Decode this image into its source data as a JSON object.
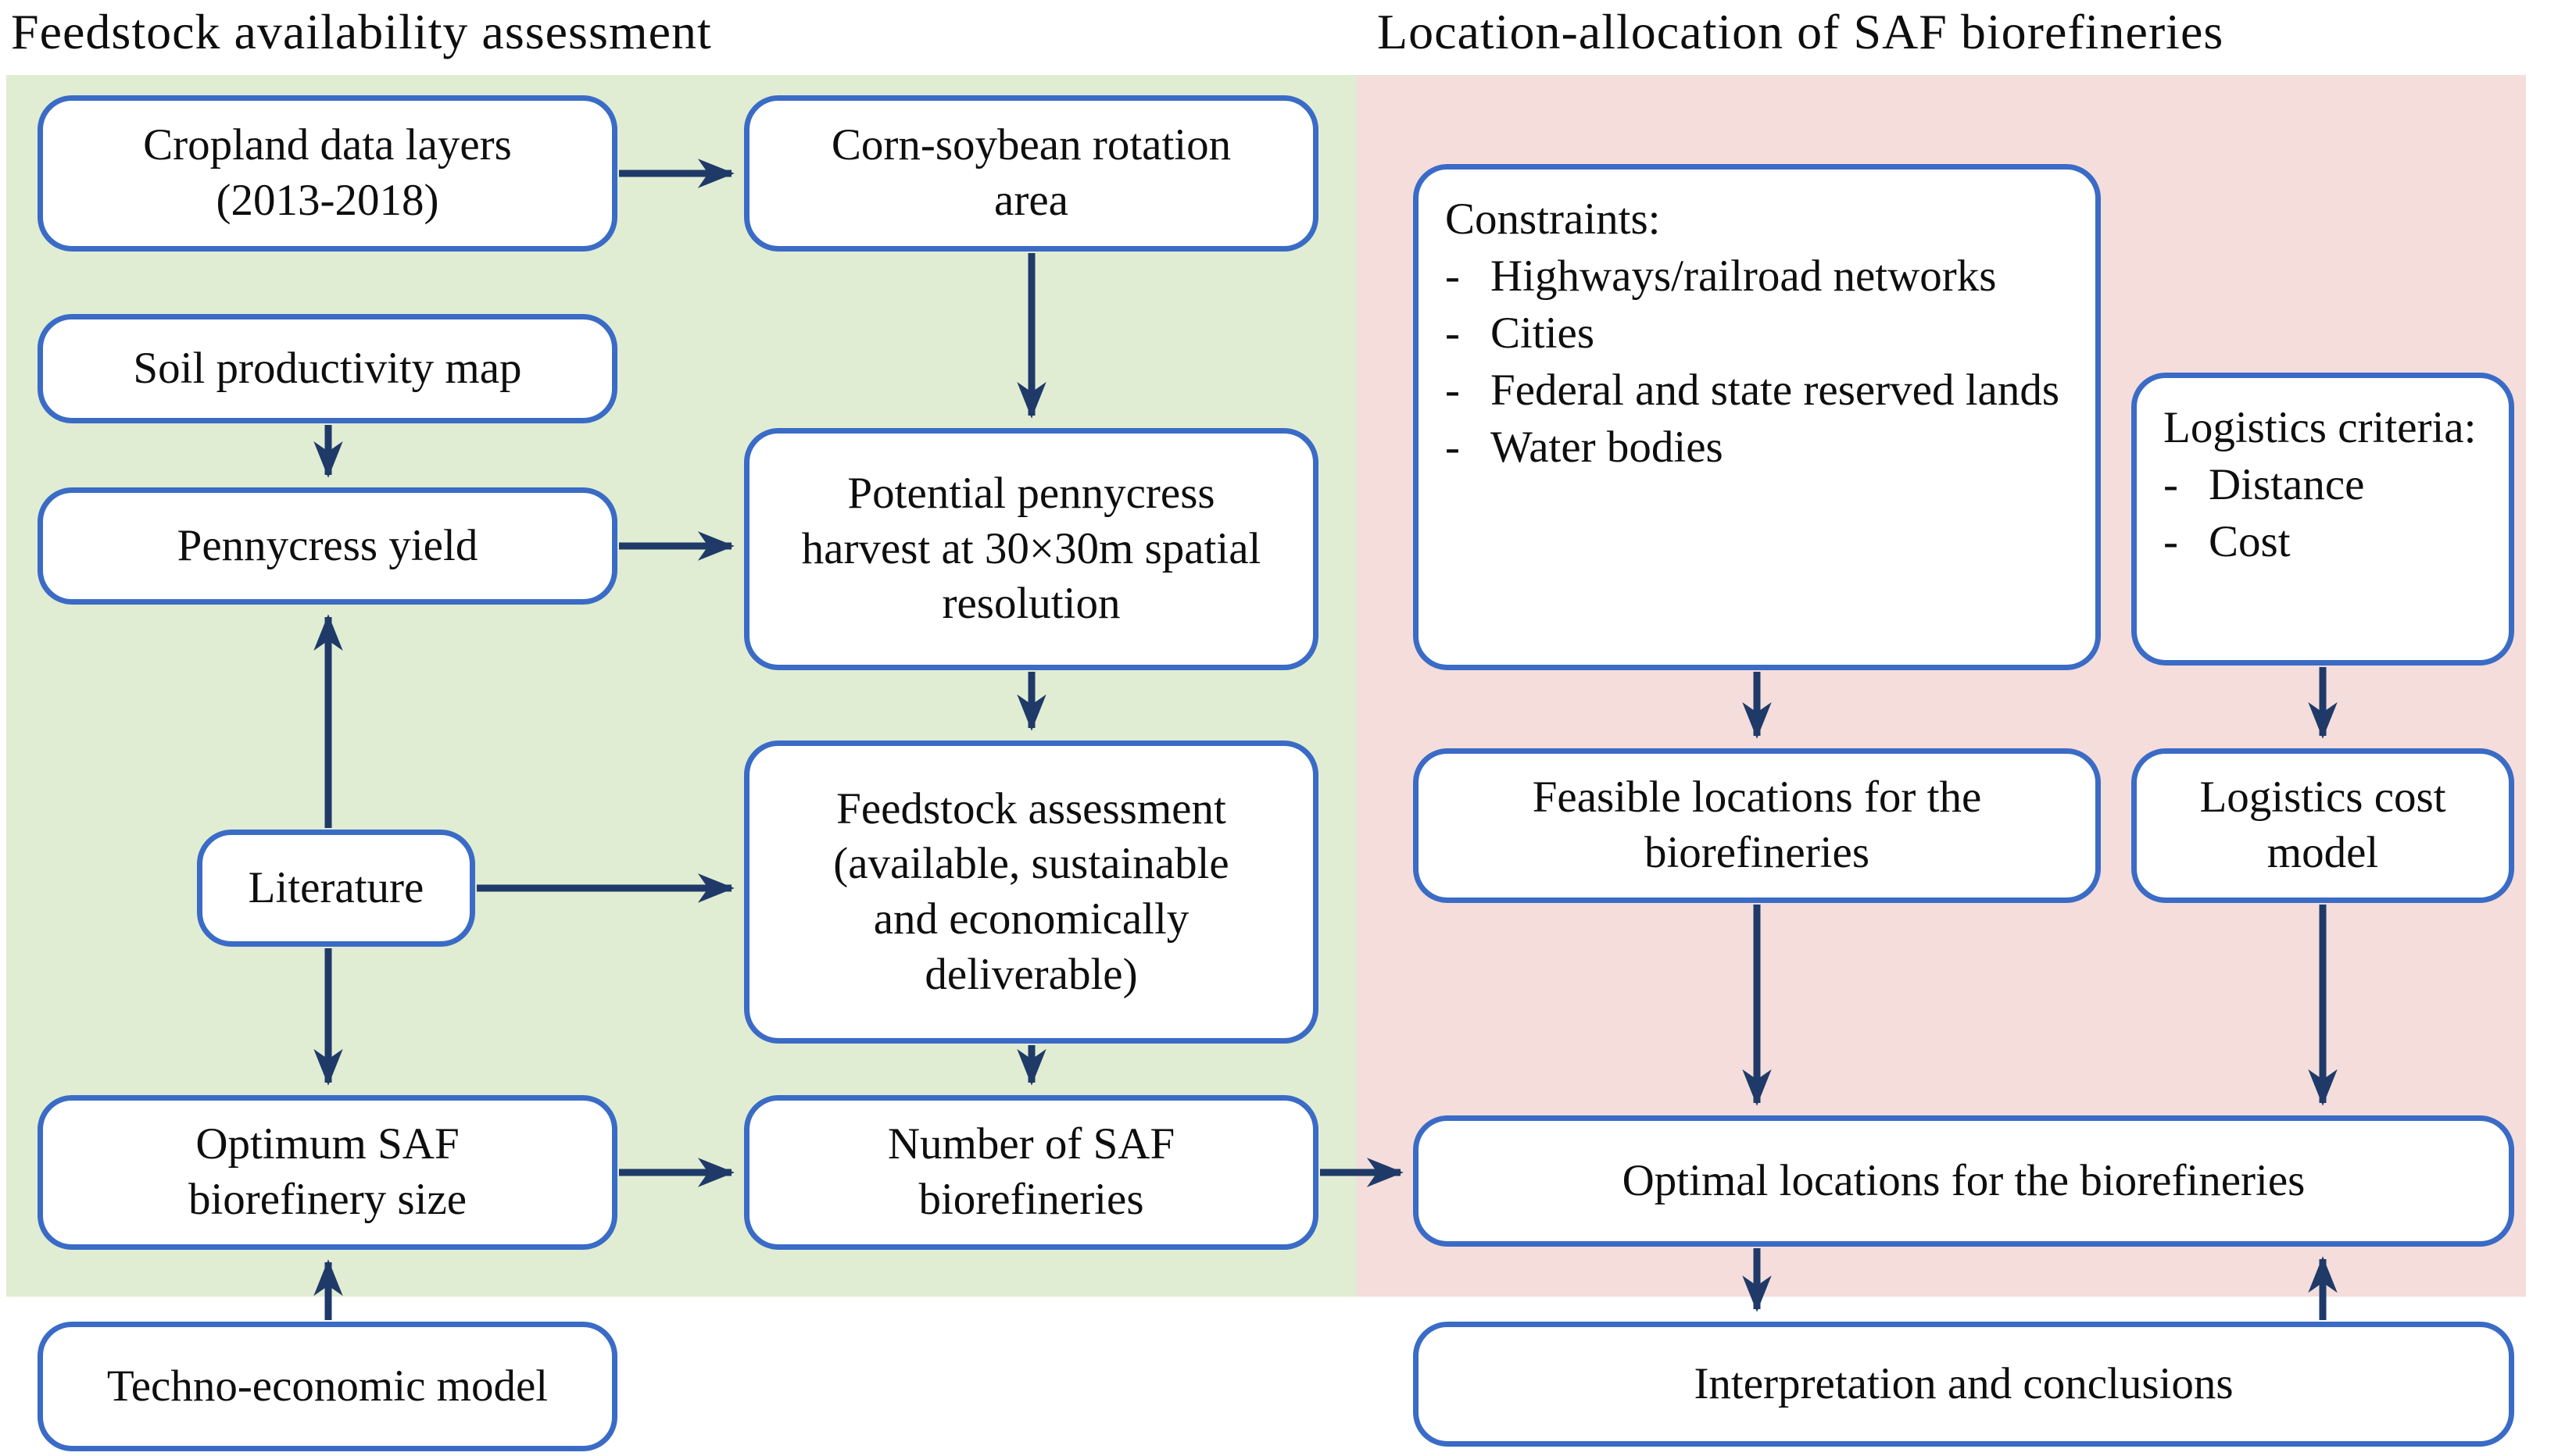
{
  "bullet": "-",
  "titles": {
    "left": "Feedstock availability assessment",
    "right": "Location-allocation of SAF biorefineries"
  },
  "boxes": {
    "cropland": {
      "lines": [
        "Cropland data layers",
        "(2013-2018)"
      ]
    },
    "corn_soybean": {
      "lines": [
        "Corn-soybean rotation",
        "area"
      ]
    },
    "soil": {
      "lines": [
        "Soil productivity map"
      ]
    },
    "pennycress_yield": {
      "lines": [
        "Pennycress yield"
      ]
    },
    "potential_harvest": {
      "lines": [
        "Potential pennycress",
        "harvest at 30×30m spatial",
        "resolution"
      ]
    },
    "literature": {
      "lines": [
        "Literature"
      ]
    },
    "feedstock_assessment": {
      "lines": [
        "Feedstock assessment",
        "(available, sustainable",
        "and economically",
        "deliverable)"
      ]
    },
    "optimum_size": {
      "lines": [
        "Optimum SAF",
        "biorefinery size"
      ]
    },
    "number_biorefineries": {
      "lines": [
        "Number of SAF",
        "biorefineries"
      ]
    },
    "techno_economic": {
      "lines": [
        "Techno-economic model"
      ]
    },
    "constraints": {
      "header": "Constraints:",
      "items": [
        "Highways/railroad networks",
        "Cities",
        "Federal and state reserved lands",
        "Water bodies"
      ]
    },
    "logistics_criteria": {
      "header": "Logistics criteria:",
      "items": [
        "Distance",
        "Cost"
      ]
    },
    "feasible_locations": {
      "lines": [
        "Feasible locations for the",
        "biorefineries"
      ]
    },
    "logistics_cost": {
      "lines": [
        "Logistics cost",
        "model"
      ]
    },
    "optimal_locations": {
      "lines": [
        "Optimal locations for the biorefineries"
      ]
    },
    "interpretation": {
      "lines": [
        "Interpretation and conclusions"
      ]
    }
  },
  "colors": {
    "green_background": "#e0edd3",
    "pink_background": "#f4dddb",
    "box_border_blue": "#3a6bc6",
    "arrow_navy": "#1f3a68",
    "text": "#0e0e0e"
  }
}
